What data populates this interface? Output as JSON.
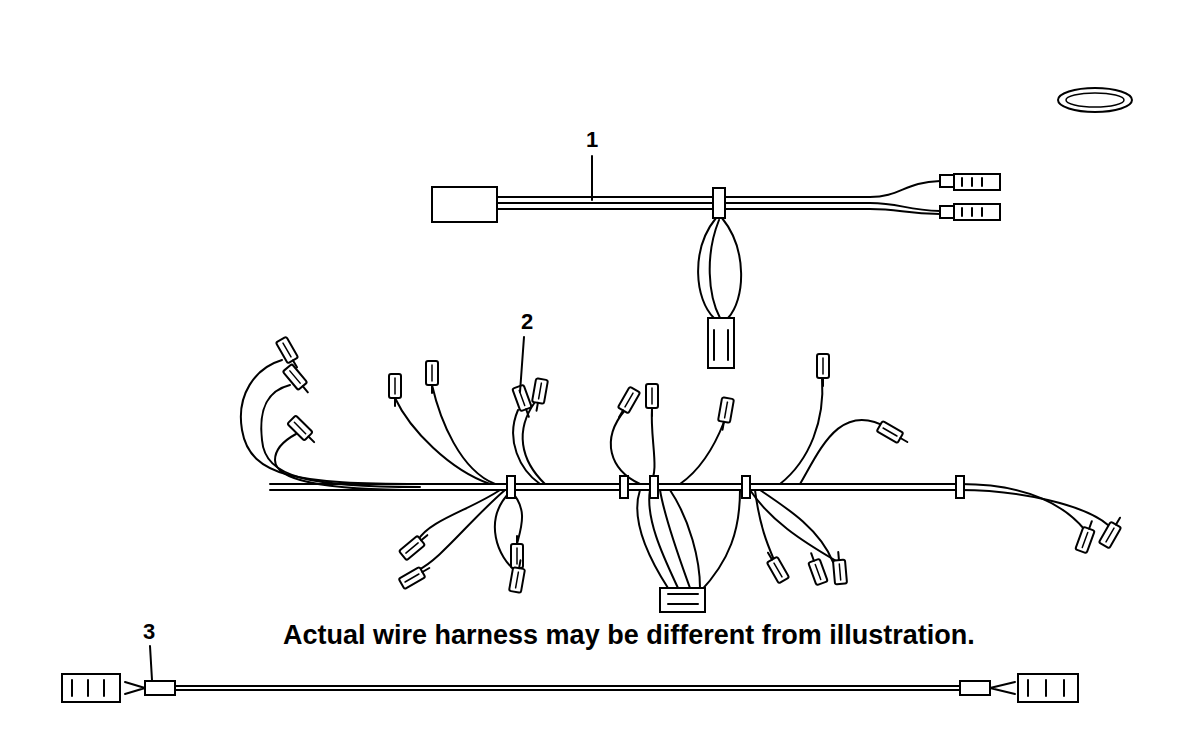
{
  "diagram": {
    "labels": [
      "1",
      "2",
      "3",
      "Actual wire harness may be different from illustration."
    ]
  }
}
